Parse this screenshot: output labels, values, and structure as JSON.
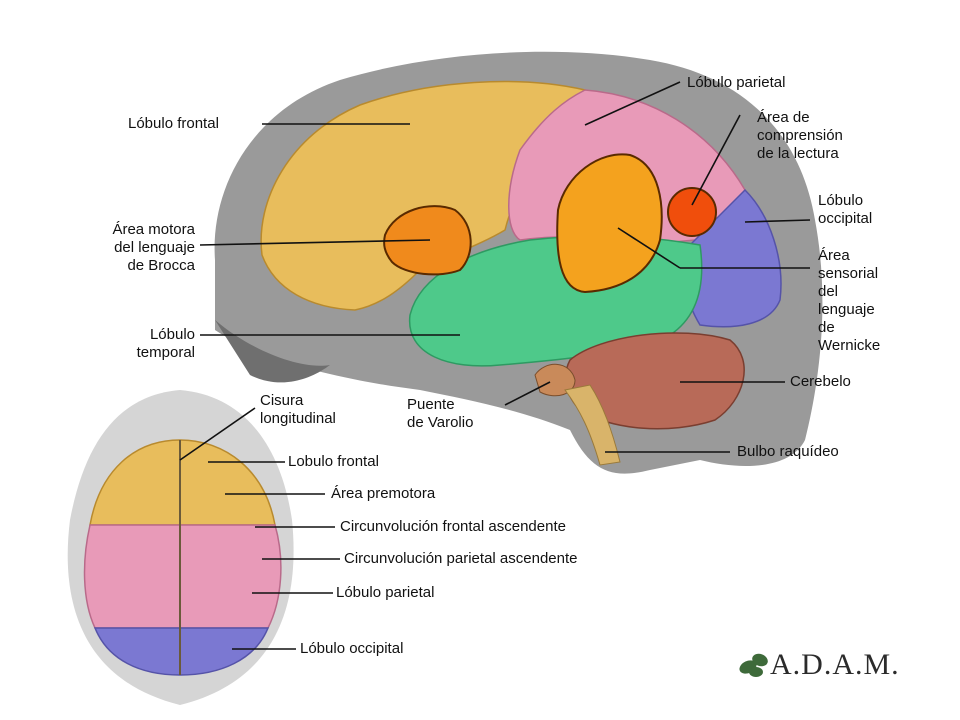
{
  "labels": {
    "lobulo_frontal": "Lóbulo frontal",
    "area_motora": "Área motora\ndel lenguaje\nde Brocca",
    "lobulo_temporal": "Lóbulo\ntemporal",
    "lobulo_parietal": "Lóbulo parietal",
    "area_comprension": "Área de\ncomprensión\nde la lectura",
    "lobulo_occipital": "Lóbulo\noccipital",
    "area_sensorial": "Área\nsensorial\ndel\nlenguaje\nde\nWernicke",
    "cerebelo": "Cerebelo",
    "puente_varolio": "Puente\nde Varolio",
    "bulbo_raquideo": "Bulbo raquídeo",
    "cisura_longitudinal": "Cisura\nlongitudinal",
    "top_lobulo_frontal": "Lobulo frontal",
    "area_premotora": "Área premotora",
    "circ_frontal": "Circunvolución frontal ascendente",
    "circ_parietal": "Circunvolución parietal ascendente",
    "top_lobulo_parietal": "Lóbulo parietal",
    "top_lobulo_occipital": "Lóbulo occipital"
  },
  "logo": {
    "text": "A.D.A.M."
  },
  "colors": {
    "frontal": "#e8bd5c",
    "parietal": "#e89ab8",
    "occipital": "#7b78d2",
    "temporal": "#4ec98a",
    "broca": "#f08a1c",
    "wernicke": "#f4a21e",
    "comprension": "#f04e0c",
    "cerebellum": "#b86a58",
    "stem": "#d9b46a",
    "head": "#9a9a9a"
  }
}
